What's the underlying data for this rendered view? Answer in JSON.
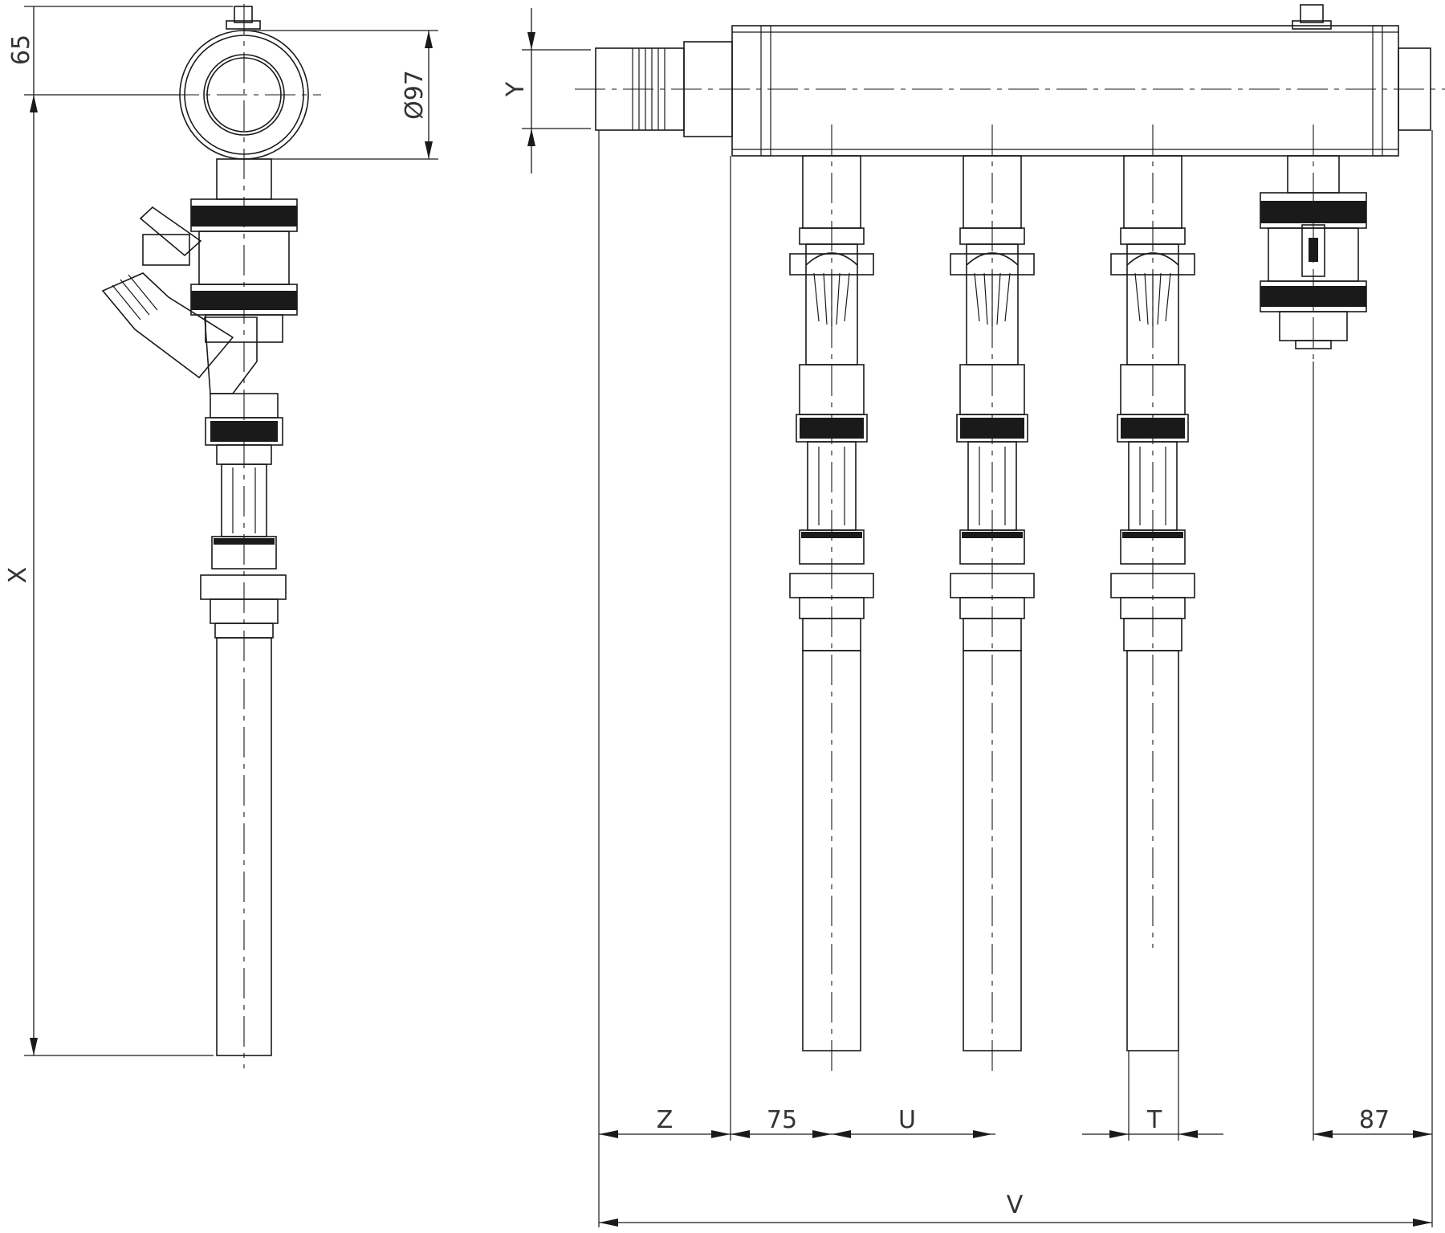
{
  "drawing": {
    "side_view": {
      "dim_top": "65",
      "dim_diameter": "Ø97",
      "dim_height": "X"
    },
    "front_view": {
      "dim_header": "Y",
      "dim_z": "Z",
      "dim_first_offset": "75",
      "dim_pitch": "U",
      "dim_pipe": "T",
      "dim_last_offset": "87",
      "dim_total": "V"
    }
  }
}
